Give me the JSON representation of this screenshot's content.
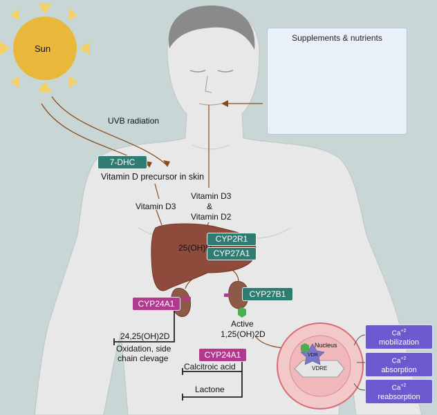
{
  "sun": {
    "label": "Sun"
  },
  "uvb": {
    "label": "UVB radiation"
  },
  "supplements": {
    "title": "Supplements & nutrients"
  },
  "tags": {
    "dhc": "7-DHC",
    "cyp2r1": "CYP2R1",
    "cyp27a1": "CYP27A1",
    "cyp27b1": "CYP27B1",
    "cyp24a1_left": "CYP24A1",
    "cyp24a1_lower": "CYP24A1"
  },
  "labels": {
    "precursor": "Vitamin D precursor in skin",
    "vitd3_left": "Vitamin D3",
    "vitd3_center": "Vitamin D3",
    "ampersand": "&",
    "vitd2": "Vitamin D2",
    "hydroxy25": "25(OH)D",
    "dihydroxy2425": "24,25(OH)2D",
    "oxidation_1": "Oxidation, side",
    "oxidation_2": "chain clevage",
    "active": "Active",
    "dihydroxy125": "1,25(OH)2D",
    "calcitroic": "Calcitroic acid",
    "lactone": "Lactone",
    "nucleus": "Nucleus",
    "vdr": "VDR",
    "vdre": "VDRE"
  },
  "calcium": {
    "ion": "Ca",
    "charge": "+2",
    "mobilization": "mobilization",
    "absorption": "absorption",
    "reabsorption": "reabsorption"
  },
  "colors": {
    "background": "#c9d6d6",
    "teal": "#2f7c72",
    "magenta": "#b13a8f",
    "purple": "#6c58cf",
    "sun": "#e9b83a",
    "arrow": "#8a4a1c",
    "liver": "#8e4a3a"
  }
}
